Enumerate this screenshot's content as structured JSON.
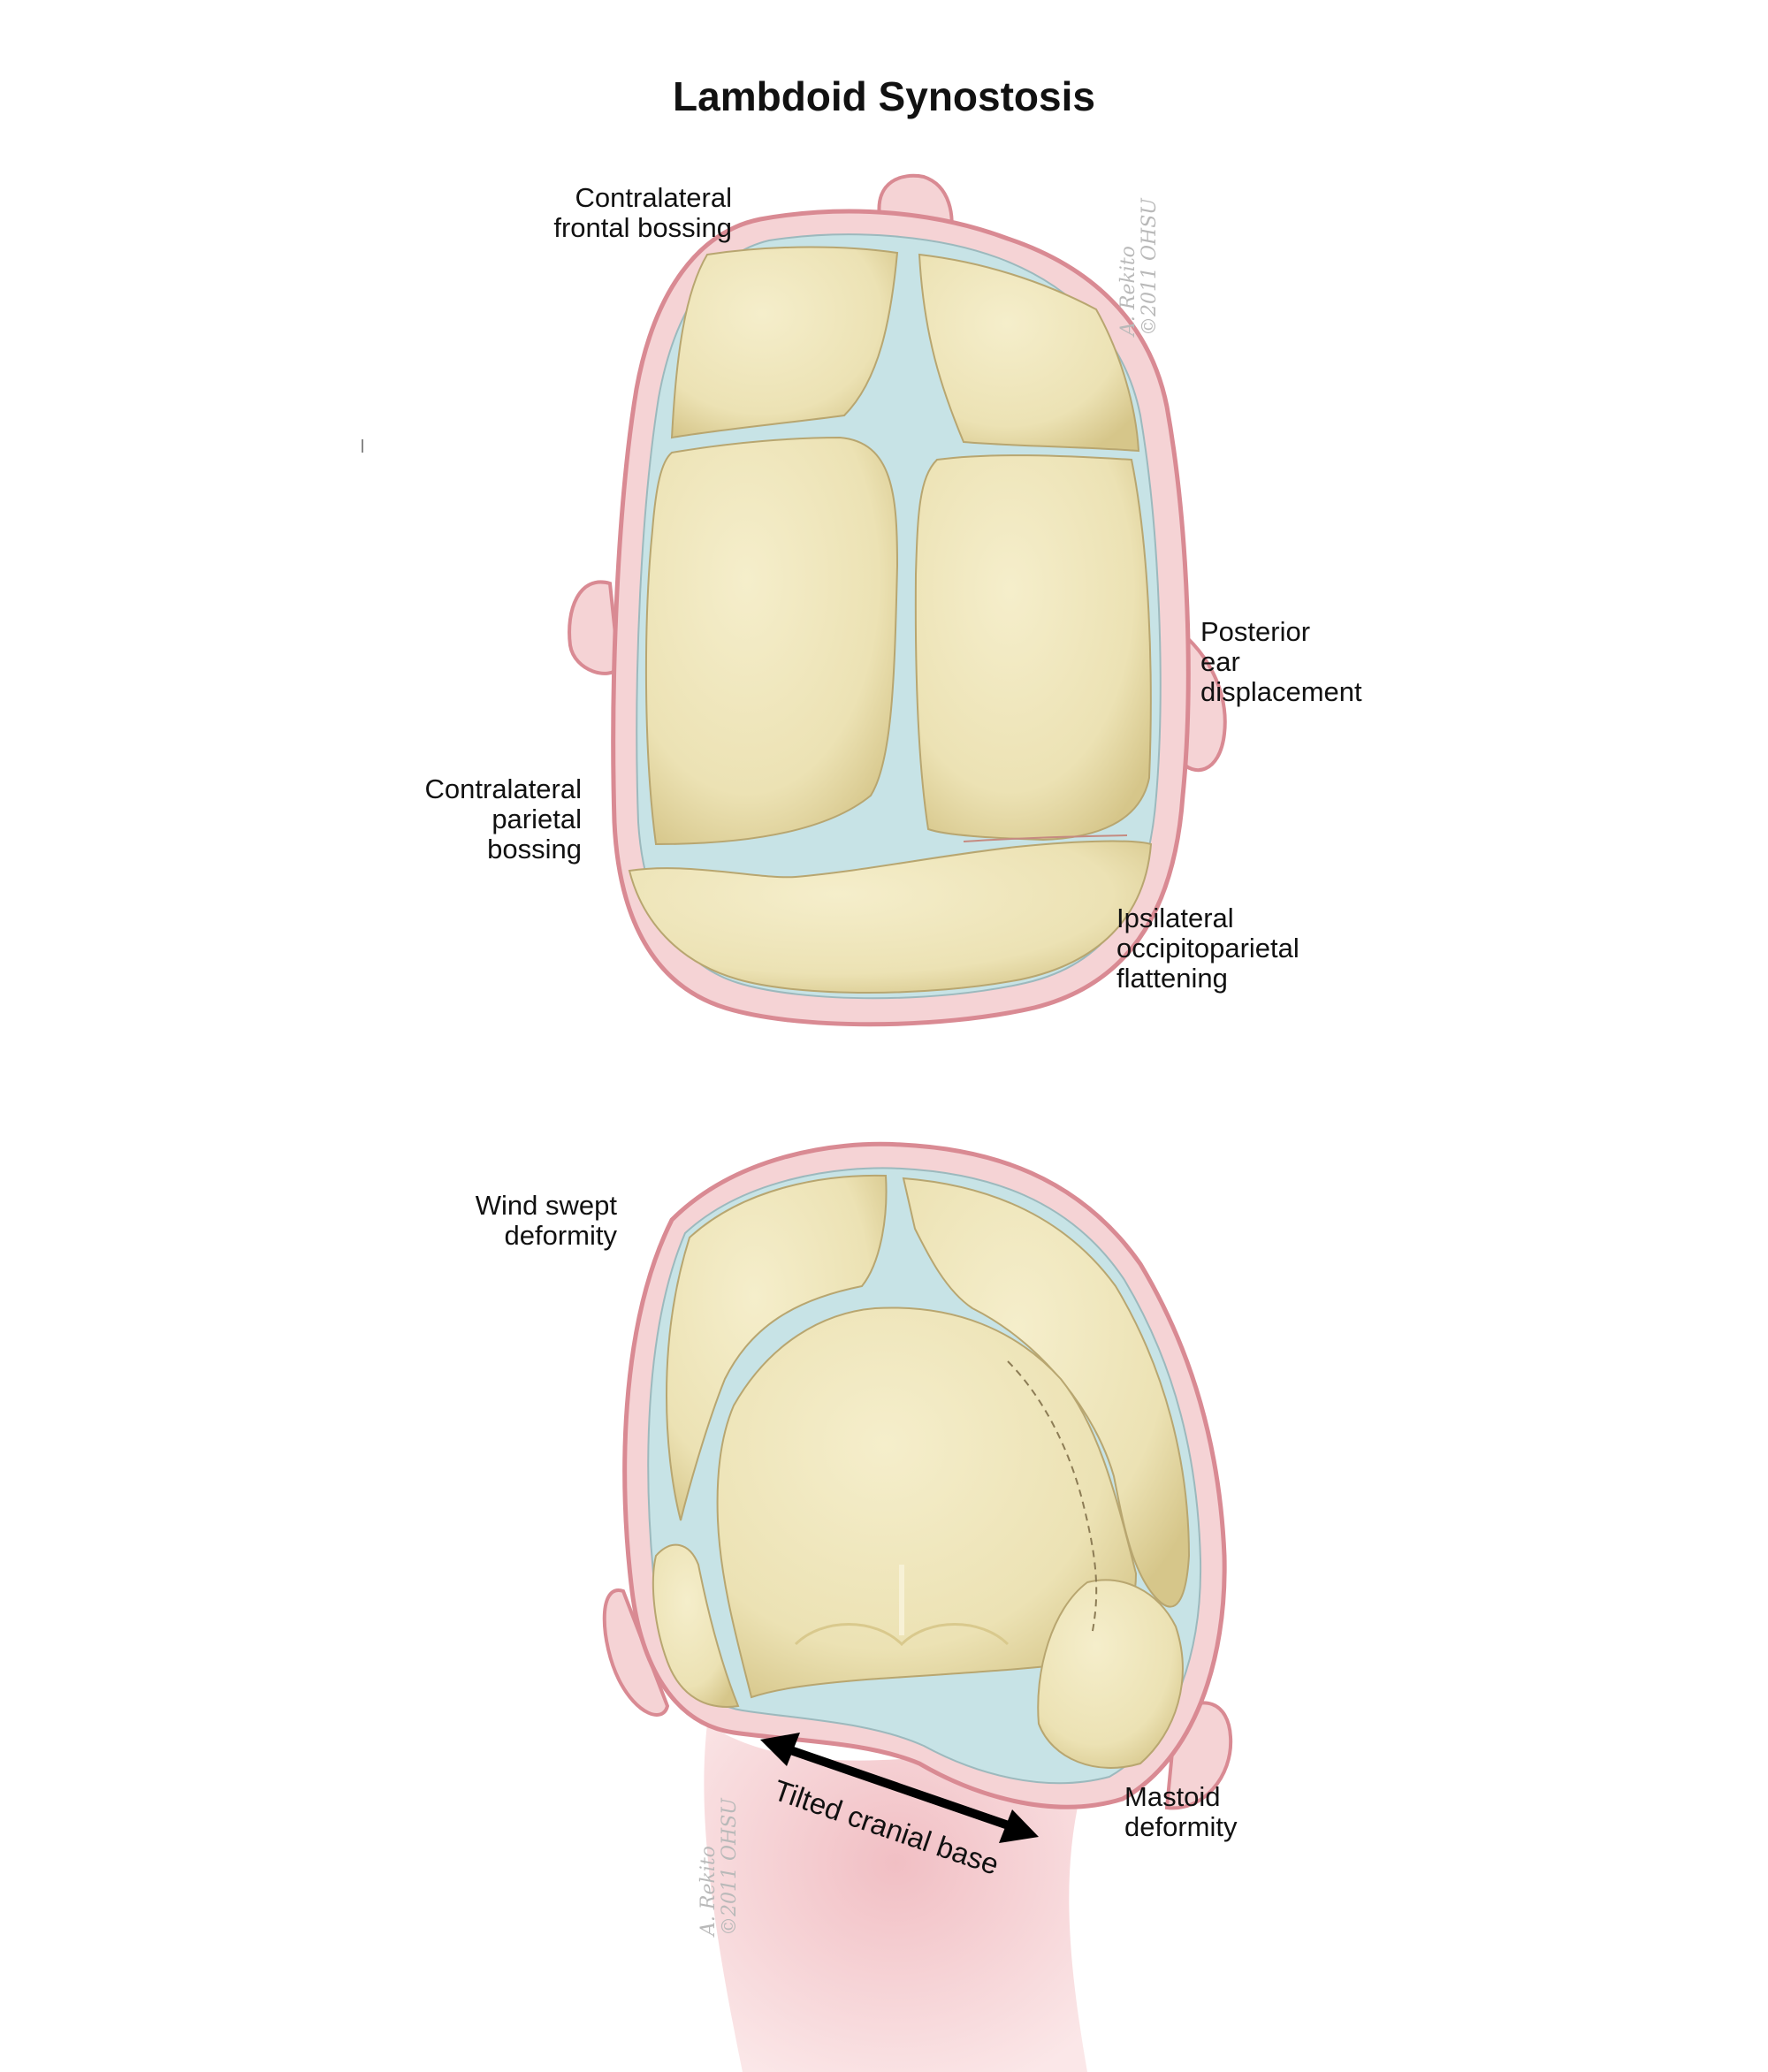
{
  "title": "Lambdoid Synostosis",
  "labels": {
    "contralateral_frontal_bossing": "Contralateral\nfrontal bossing",
    "posterior_ear_displacement": "Posterior\near\ndisplacement",
    "contralateral_parietal_bossing": "Contralateral\nparietal\nbossing",
    "ipsilateral_occipitoparietal_flattening": "Ipsilateral\noccipitoparietal\nflattening",
    "wind_swept_deformity": "Wind swept\ndeformity",
    "tilted_cranial_base": "Tilted cranial base",
    "mastoid_deformity": "Mastoid\ndeformity"
  },
  "signatures": {
    "top": "A. Rekito\n©2011 OHSU",
    "bottom": "A. Rekito\n©2011 OHSU"
  },
  "colors": {
    "bone": "#ece2b4",
    "bone_shadow": "#d9c98d",
    "suture": "#c7e3e6",
    "scalp": "#f5d3d5",
    "scalp_outline": "#d98a93",
    "neck": "#f7d6d8"
  }
}
